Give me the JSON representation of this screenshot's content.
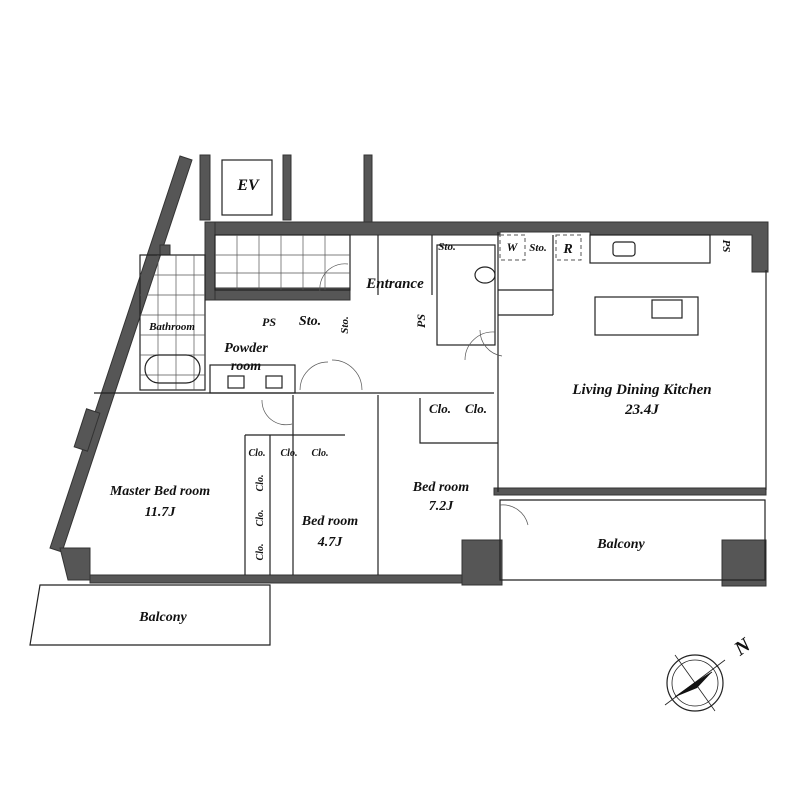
{
  "title": "Floor plan",
  "rooms": {
    "ev": "EV",
    "entrance": "Entrance",
    "bathroom": "Bathroom",
    "powder_room_1": "Powder",
    "powder_room_2": "room",
    "ldk_name": "Living Dining Kitchen",
    "ldk_size": "23.4J",
    "master_name": "Master Bed room",
    "master_size": "11.7J",
    "bed1_name": "Bed room",
    "bed1_size": "7.2J",
    "bed2_name": "Bed room",
    "bed2_size": "4.7J",
    "balcony_right": "Balcony",
    "balcony_left": "Balcony"
  },
  "fixtures": {
    "sto_toilet": "Sto.",
    "w": "W",
    "sto_kitchen": "Sto.",
    "r": "R",
    "ps_kitchen": "PS",
    "ps_powder": "PS",
    "sto_powder": "Sto.",
    "sto_hall": "Sto.",
    "ps_hall": "PS",
    "clo_bed1_a": "Clo.",
    "clo_bed1_b": "Clo.",
    "clo_bed2_a": "Clo.",
    "clo_bed2_b": "Clo.",
    "clo_bed2_c": "Clo.",
    "clo_master_a": "Clo.",
    "clo_master_b": "Clo.",
    "clo_master_c": "Clo."
  },
  "compass": {
    "north": "N"
  },
  "colors": {
    "wall": "#565656"
  }
}
